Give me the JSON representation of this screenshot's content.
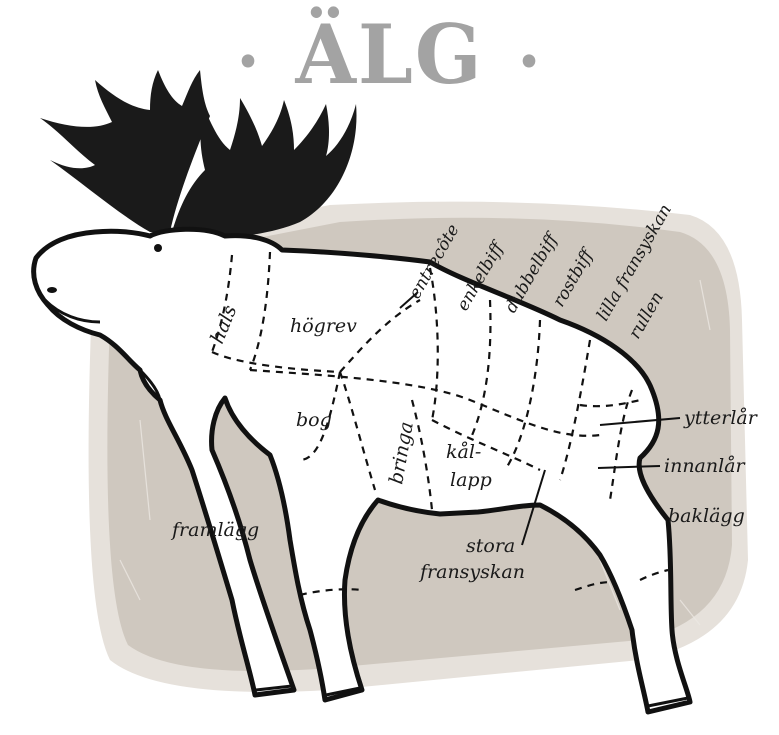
{
  "title": "ÄLG",
  "title_decoration": "•",
  "colors": {
    "title": "#a3a3a3",
    "backdrop": "#cfc8bf",
    "backdrop_light": "#e6e1db",
    "antlers": "#1a1a1a",
    "outline": "#111111",
    "body_fill": "#ffffff"
  },
  "cuts": {
    "hals": "hals",
    "hogrev": "högrev",
    "entrecote": "entrecôte",
    "enkelbiff": "enkelbiff",
    "dubbelbiff": "dubbelbiff",
    "rostbiff": "rostbiff",
    "lilla_fransyskan": "lilla fransyskan",
    "rullen": "rullen",
    "bog": "bog",
    "bringa": "bringa",
    "kallapp_1": "kål-",
    "kallapp_2": "lapp",
    "ytterlar": "ytterlår",
    "innanlar": "innanlår",
    "baklagg": "baklägg",
    "framlagg": "framlägg",
    "stora_fransyskan_1": "stora",
    "stora_fransyskan_2": "fransyskan"
  }
}
